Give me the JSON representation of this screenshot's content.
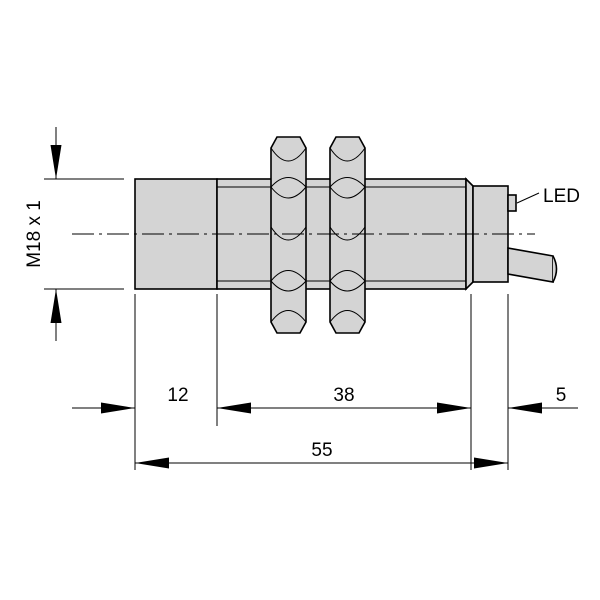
{
  "colors": {
    "body_fill": "#d4d4d4",
    "line": "#000000",
    "background": "#ffffff"
  },
  "labels": {
    "thread": "M18 x 1",
    "led": "LED"
  },
  "dimensions": {
    "sensing_face": "12",
    "thread_length": "38",
    "rear": "5",
    "overall": "55"
  }
}
